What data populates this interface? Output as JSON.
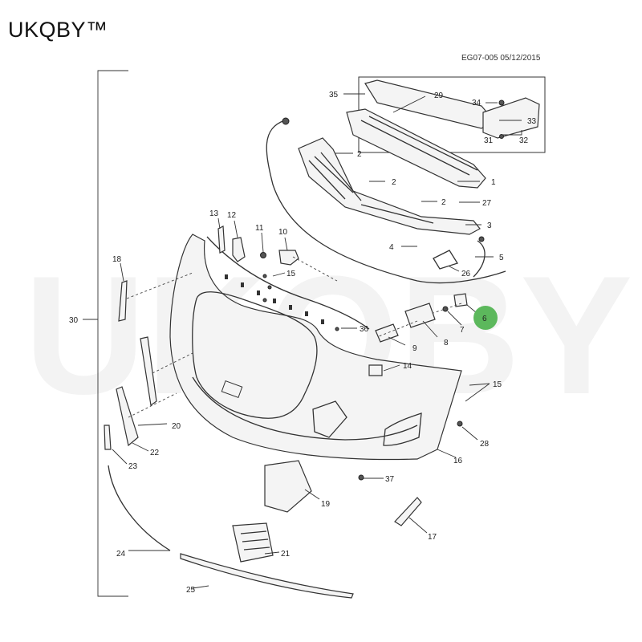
{
  "brand": "UKQBY™",
  "document_ref": "EG07-005 05/12/2015",
  "watermark": "UKQBY™",
  "highlight_color": "#5cb85c",
  "callouts": {
    "c1": "1",
    "c2a": "2",
    "c2b": "2",
    "c2c": "2",
    "c3": "3",
    "c4": "4",
    "c5": "5",
    "c6": "6",
    "c7": "7",
    "c8": "8",
    "c9": "9",
    "c10": "10",
    "c11": "11",
    "c12": "12",
    "c13": "13",
    "c14": "14",
    "c15a": "15",
    "c15b": "15",
    "c16": "16",
    "c17": "17",
    "c18": "18",
    "c19": "19",
    "c20": "20",
    "c21": "21",
    "c22": "22",
    "c23": "23",
    "c24": "24",
    "c25": "25",
    "c26": "26",
    "c27": "27",
    "c28": "28",
    "c29": "29",
    "c30": "30",
    "c31": "31",
    "c32": "32",
    "c33": "33",
    "c34": "34",
    "c35": "35",
    "c36": "36",
    "c37": "37"
  }
}
